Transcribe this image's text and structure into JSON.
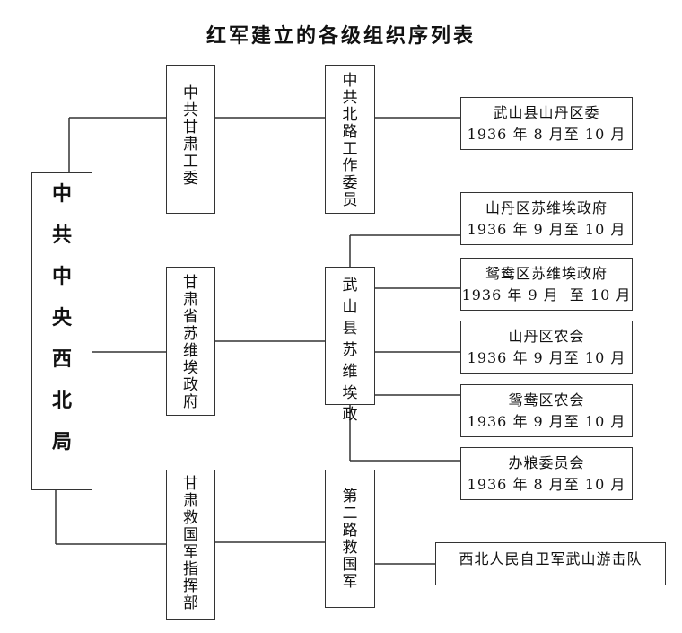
{
  "title": "红军建立的各级组织序列表",
  "root": {
    "label": "中共中央西北局"
  },
  "level2": [
    {
      "label": "中共甘肃工委"
    },
    {
      "label": "甘肃省苏维埃政府"
    },
    {
      "label": "甘肃救国军指挥部"
    }
  ],
  "level3": [
    {
      "label": "中共北路工作委员"
    },
    {
      "label": "武山县苏维埃政"
    },
    {
      "label": "第二路救国军"
    }
  ],
  "level4": [
    {
      "name": "武山县山丹区委",
      "period": "1936 年 8 月至 10 月"
    },
    {
      "name": "山丹区苏维埃政府",
      "period": "1936 年 9 月至 10 月"
    },
    {
      "name": "鸳鸯区苏维埃政府",
      "period": "1936 年 9 月  至 10 月"
    },
    {
      "name": "山丹区农会",
      "period": "1936 年 9 月至 10 月"
    },
    {
      "name": "鸳鸯区农会",
      "period": "1936 年 9 月至 10 月"
    },
    {
      "name": "办粮委员会",
      "period": "1936 年 8 月至 10 月"
    },
    {
      "name": "西北人民自卫军武山游击队"
    }
  ],
  "colors": {
    "line": "#333333",
    "text": "#111111",
    "background": "#ffffff"
  }
}
